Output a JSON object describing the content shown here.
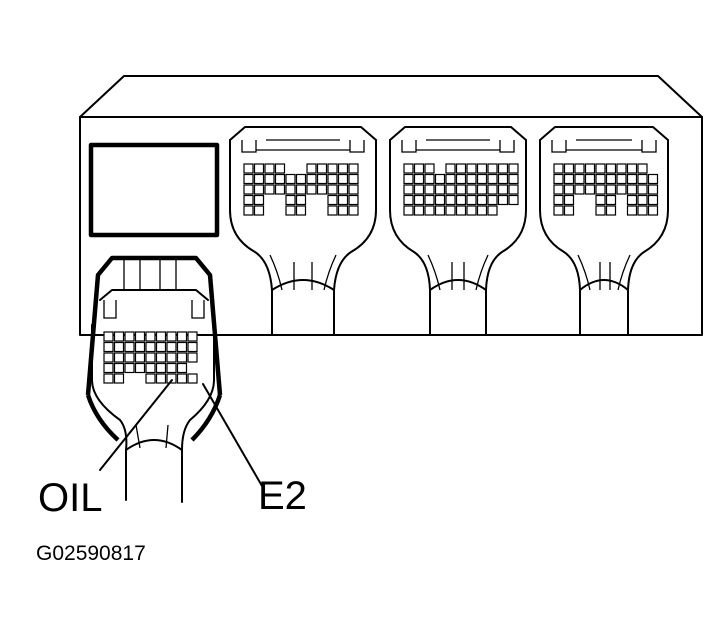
{
  "labels": {
    "oil": "OIL",
    "e2": "E2",
    "figure_id": "G02590817"
  },
  "colors": {
    "line": "#000000",
    "background": "#ffffff"
  }
}
